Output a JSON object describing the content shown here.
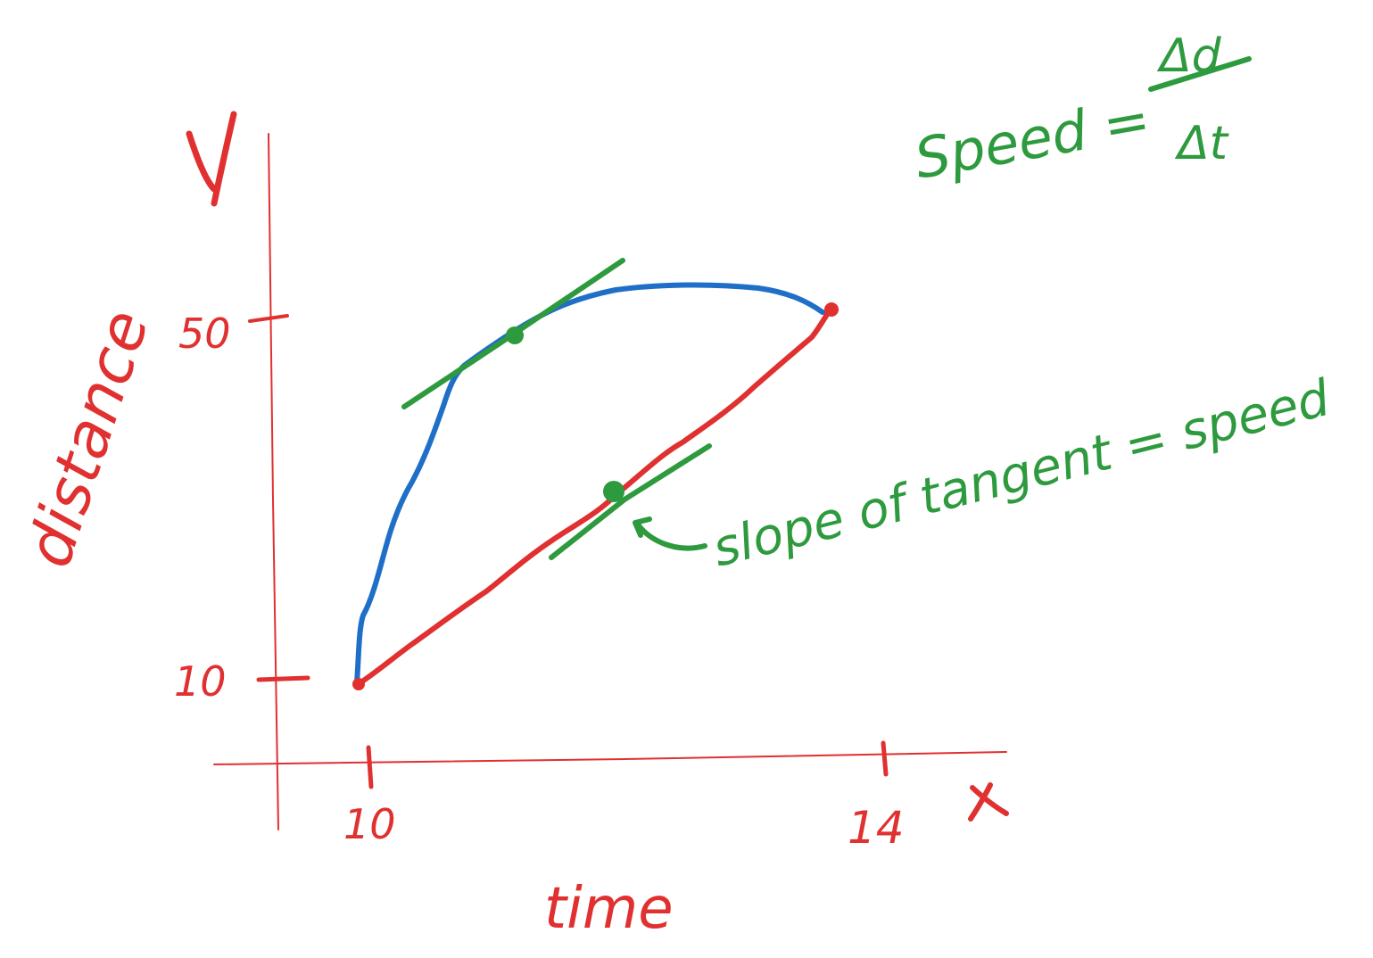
{
  "colors": {
    "axes": "#e03030",
    "curve_red": "#e03030",
    "curve_blue": "#1f6fc8",
    "annotation": "#2e9a3e"
  },
  "axes": {
    "y_letter": "y",
    "x_letter": "x",
    "y_label": "distance",
    "x_label": "time",
    "y_ticks": [
      "50",
      "10"
    ],
    "x_ticks": [
      "10",
      "14"
    ]
  },
  "annotations": {
    "speed_lhs": "Speed =",
    "speed_num": "Δd",
    "speed_den": "Δt",
    "tangent_note": "slope of tangent = speed"
  },
  "chart_data": {
    "type": "line",
    "xlabel": "time",
    "ylabel": "distance",
    "series": [
      {
        "color": "#1f6fc8",
        "x": [
          10,
          11.25,
          12.5,
          13.7
        ],
        "y": [
          10,
          50,
          54,
          50
        ]
      },
      {
        "color": "#e03030",
        "x": [
          10,
          12.0,
          13.7
        ],
        "y": [
          10,
          30,
          50
        ]
      }
    ]
  }
}
